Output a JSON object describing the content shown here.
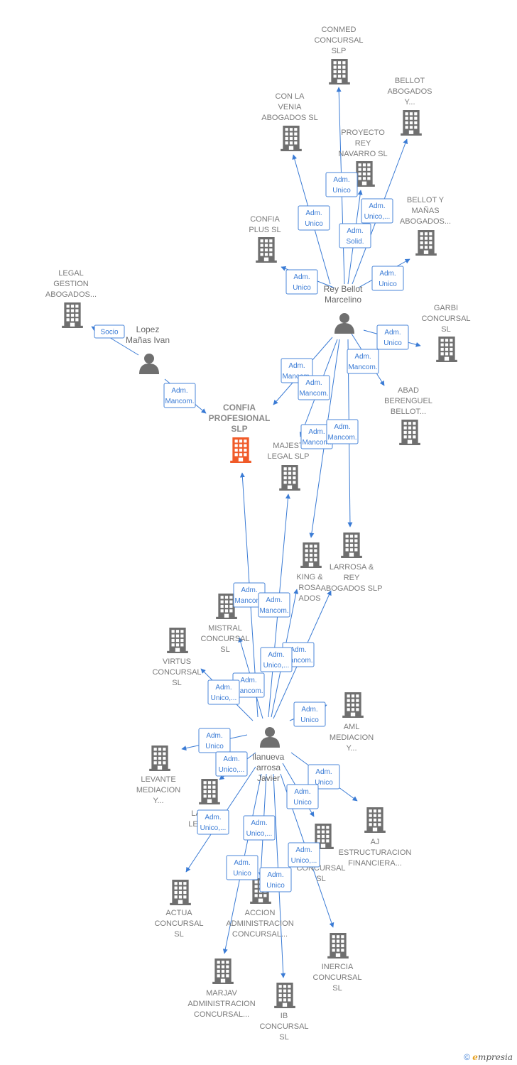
{
  "nodes": [
    {
      "id": "conmed",
      "type": "company",
      "label": [
        "CONMED",
        "CONCURSAL",
        "SLP"
      ]
    },
    {
      "id": "bellot_ay",
      "type": "company",
      "label": [
        "BELLOT",
        "ABOGADOS",
        "Y..."
      ]
    },
    {
      "id": "convenia",
      "type": "company",
      "label": [
        "CON LA",
        "VENIA",
        "ABOGADOS  SL"
      ]
    },
    {
      "id": "proyecto",
      "type": "company",
      "label": [
        "PROYECTO",
        "REY",
        "NAVARRO SL"
      ]
    },
    {
      "id": "bellot_mn",
      "type": "company",
      "label": [
        "BELLOT Y",
        "MAÑAS",
        "ABOGADOS..."
      ]
    },
    {
      "id": "confia_plus",
      "type": "company",
      "label": [
        "CONFIA",
        "PLUS  SL"
      ]
    },
    {
      "id": "legal_gestion",
      "type": "company",
      "label": [
        "LEGAL",
        "GESTION",
        "ABOGADOS..."
      ]
    },
    {
      "id": "garbi",
      "type": "company",
      "label": [
        "GARBI",
        "CONCURSAL",
        "SL"
      ]
    },
    {
      "id": "abad",
      "type": "company",
      "label": [
        "ABAD",
        "BERENGUEL",
        "BELLOT..."
      ]
    },
    {
      "id": "confia_prof",
      "type": "company",
      "main": true,
      "label": [
        "CONFIA",
        "PROFESIONAL",
        "SLP"
      ]
    },
    {
      "id": "majest",
      "type": "company",
      "label": [
        "MAJEST",
        "LEGAL  SLP"
      ]
    },
    {
      "id": "larrosa_rey",
      "type": "company",
      "label": [
        "LARROSA &",
        "REY",
        "ABOGADOS  SLP"
      ]
    },
    {
      "id": "king",
      "type": "company",
      "label": [
        "KING &",
        "ROSA",
        "ADOS"
      ]
    },
    {
      "id": "mistral",
      "type": "company",
      "label": [
        "MISTRAL",
        "CONCURSAL",
        "SL"
      ]
    },
    {
      "id": "virtus",
      "type": "company",
      "label": [
        "VIRTUS",
        "CONCURSAL",
        "SL"
      ]
    },
    {
      "id": "aml",
      "type": "company",
      "label": [
        "AML",
        "MEDIACION",
        "Y..."
      ]
    },
    {
      "id": "levante",
      "type": "company",
      "label": [
        "LEVANTE",
        "MEDIACION",
        "Y..."
      ]
    },
    {
      "id": "lec",
      "type": "company",
      "label": [
        "LA",
        "LEC"
      ]
    },
    {
      "id": "aj",
      "type": "company",
      "label": [
        "AJ",
        "ESTRUCTURACION",
        "FINANCIERA..."
      ]
    },
    {
      "id": "concursal_sl",
      "type": "company",
      "label": [
        "CONCURSAL",
        "SL"
      ]
    },
    {
      "id": "actua",
      "type": "company",
      "label": [
        "ACTUA",
        "CONCURSAL",
        "SL"
      ]
    },
    {
      "id": "accion",
      "type": "company",
      "label": [
        "ACCION",
        "ADMINISTRACION",
        "CONCURSAL..."
      ]
    },
    {
      "id": "inercia",
      "type": "company",
      "label": [
        "INERCIA",
        "CONCURSAL",
        "SL"
      ]
    },
    {
      "id": "marjav",
      "type": "company",
      "label": [
        "MARJAV",
        "ADMINISTRACION",
        "CONCURSAL..."
      ]
    },
    {
      "id": "ib",
      "type": "company",
      "label": [
        "IB",
        "CONCURSAL",
        "SL"
      ]
    },
    {
      "id": "rey_bellot",
      "type": "person",
      "label": [
        "Rey Bellot",
        "Marcelino"
      ]
    },
    {
      "id": "lopez",
      "type": "person",
      "label": [
        "Lopez",
        "Mañas Ivan"
      ]
    },
    {
      "id": "villanueva",
      "type": "person",
      "label": [
        "llanueva",
        "arrosa",
        "Javier"
      ]
    }
  ],
  "edges": [
    {
      "from": "rey_bellot",
      "to": "conmed",
      "label": [
        "Adm.",
        "Unico"
      ]
    },
    {
      "from": "rey_bellot",
      "to": "bellot_ay",
      "label": [
        "Adm.",
        "Unico,..."
      ]
    },
    {
      "from": "rey_bellot",
      "to": "convenia",
      "label": [
        "Adm.",
        "Unico"
      ]
    },
    {
      "from": "rey_bellot",
      "to": "proyecto",
      "label": [
        "Adm.",
        "Solid."
      ]
    },
    {
      "from": "rey_bellot",
      "to": "bellot_mn",
      "label": [
        "Adm.",
        "Unico"
      ]
    },
    {
      "from": "rey_bellot",
      "to": "confia_plus",
      "label": [
        "Adm.",
        "Unico"
      ]
    },
    {
      "from": "rey_bellot",
      "to": "garbi",
      "label": [
        "Adm.",
        "Unico"
      ]
    },
    {
      "from": "rey_bellot",
      "to": "abad",
      "label": [
        "Adm.",
        "Mancom."
      ]
    },
    {
      "from": "rey_bellot",
      "to": "confia_prof",
      "label": [
        "Adm.",
        "Mancom."
      ]
    },
    {
      "from": "rey_bellot",
      "to": "majest",
      "label": [
        "Adm.",
        "Mancom."
      ]
    },
    {
      "from": "rey_bellot",
      "to": "king",
      "label": [
        "Adm.",
        "Mancom."
      ]
    },
    {
      "from": "rey_bellot",
      "to": "larrosa_rey",
      "label": [
        "Adm.",
        "Mancom."
      ]
    },
    {
      "from": "lopez",
      "to": "legal_gestion",
      "label": [
        "Socio"
      ]
    },
    {
      "from": "lopez",
      "to": "confia_prof",
      "label": [
        "Adm.",
        "Mancom."
      ]
    },
    {
      "from": "villanueva",
      "to": "confia_prof",
      "label": [
        "Adm.",
        "Mancom."
      ]
    },
    {
      "from": "villanueva",
      "to": "majest",
      "label": [
        "Adm.",
        "Mancom."
      ]
    },
    {
      "from": "villanueva",
      "to": "mistral",
      "label": [
        "Adm.",
        "Mancom."
      ]
    },
    {
      "from": "villanueva",
      "to": "larrosa_rey",
      "label": [
        "Adm.",
        "Mancom."
      ]
    },
    {
      "from": "villanueva",
      "to": "virtus",
      "label": [
        "Adm.",
        "Unico,..."
      ]
    },
    {
      "from": "villanueva",
      "to": "king",
      "label": [
        "Adm.",
        "Unico,..."
      ]
    },
    {
      "from": "villanueva",
      "to": "aml",
      "label": [
        "Adm.",
        "Unico"
      ]
    },
    {
      "from": "villanueva",
      "to": "levante",
      "label": [
        "Adm.",
        "Unico"
      ]
    },
    {
      "from": "villanueva",
      "to": "lec",
      "label": [
        "Adm.",
        "Unico,..."
      ]
    },
    {
      "from": "villanueva",
      "to": "aj",
      "label": [
        "Adm.",
        "Unico"
      ]
    },
    {
      "from": "villanueva",
      "to": "concursal_sl",
      "label": [
        "Adm.",
        "Unico"
      ]
    },
    {
      "from": "villanueva",
      "to": "actua",
      "label": [
        "Adm.",
        "Unico,..."
      ]
    },
    {
      "from": "villanueva",
      "to": "accion",
      "label": [
        "Adm.",
        "Unico,..."
      ]
    },
    {
      "from": "villanueva",
      "to": "inercia",
      "label": [
        "Adm.",
        "Unico,..."
      ]
    },
    {
      "from": "villanueva",
      "to": "marjav",
      "label": [
        "Adm.",
        "Unico"
      ]
    },
    {
      "from": "villanueva",
      "to": "ib",
      "label": [
        "Adm.",
        "Unico"
      ]
    }
  ],
  "colors": {
    "company_icon": "#6f6f6f",
    "main_company_icon": "#f05a28",
    "person_icon": "#6f6f6f",
    "edge": "#3a7bd5",
    "label_text": "#7a7a7a"
  },
  "footer": {
    "copyright_symbol": "©",
    "brand_initial": "e",
    "brand_rest": "mpresia"
  }
}
